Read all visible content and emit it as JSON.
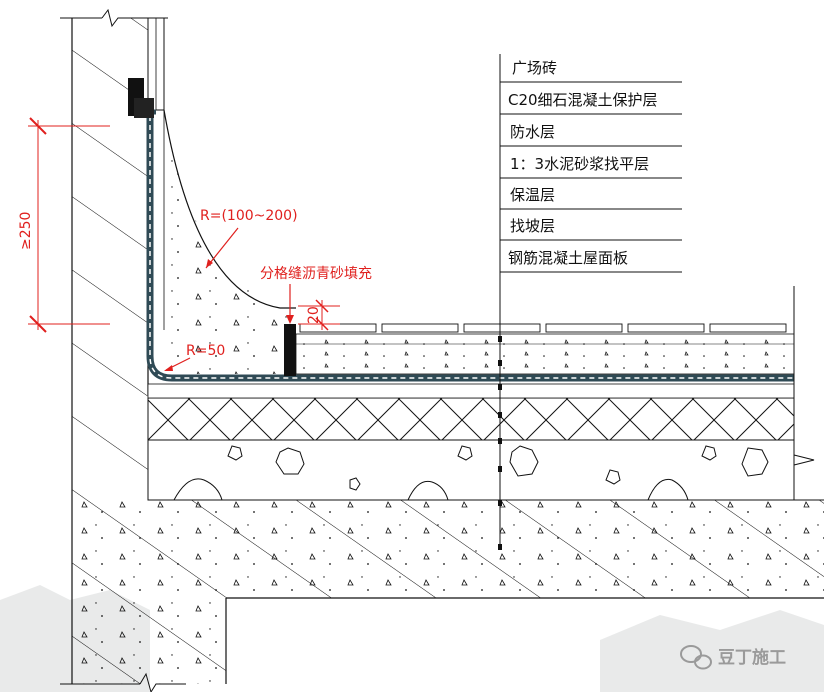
{
  "layers": [
    "广场砖",
    "C20细石混凝土保护层",
    "防水层",
    "1：3水泥砂浆找平层",
    "保温层",
    "找坡层",
    "钢筋混凝土屋面板"
  ],
  "annotations": {
    "radius_large": "R=(100~200)",
    "radius_small": "R=50",
    "joint_fill": "分格缝沥青砂填充",
    "height_min": "≥250",
    "joint_height": "20"
  },
  "watermark": {
    "text": "豆丁施工"
  },
  "colors": {
    "line": "#111111",
    "annotation": "#e0201e",
    "membrane": "#2f4a55",
    "watermark": "#9a9a9a"
  }
}
